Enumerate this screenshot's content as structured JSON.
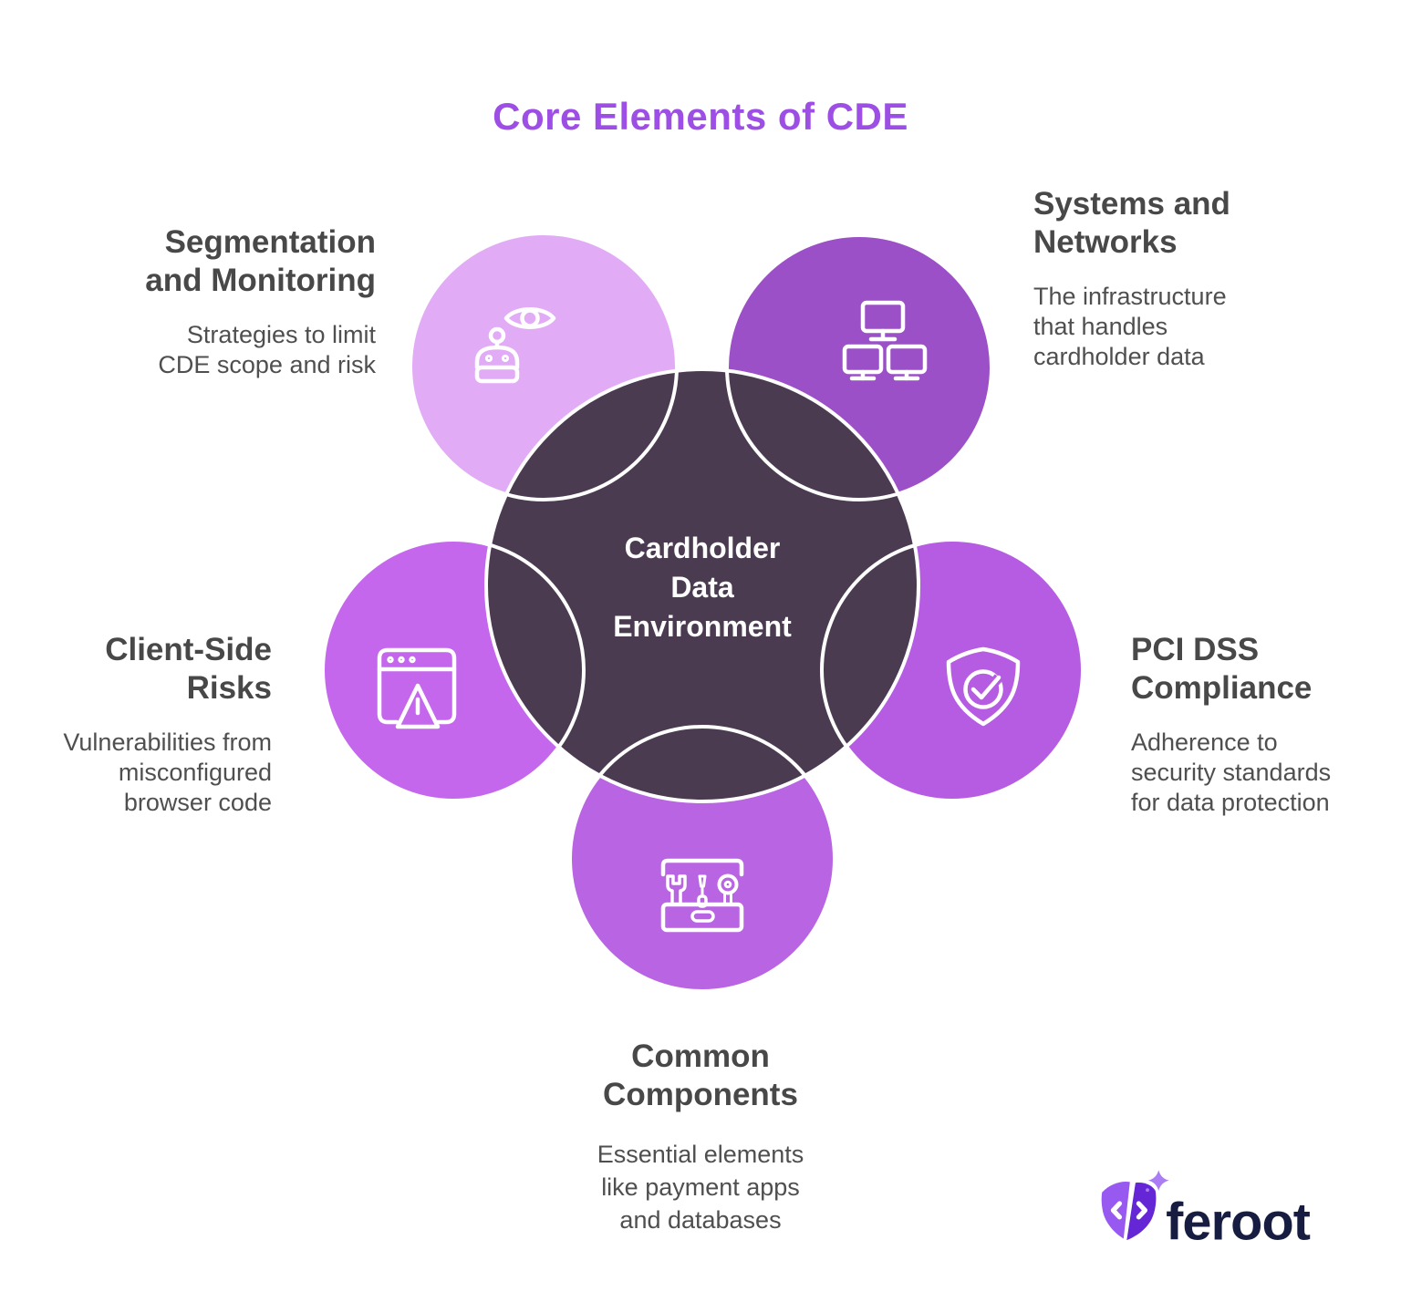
{
  "title": {
    "text": "Core Elements of CDE",
    "color": "#9d4ee4"
  },
  "center": {
    "label": "Cardholder\nData\nEnvironment",
    "circle_color": "#4b3b51",
    "text_color": "#ffffff"
  },
  "satellites": {
    "segmentation": {
      "heading": "Segmentation\nand Monitoring",
      "description": "Strategies to limit\nCDE scope and risk",
      "circle_color": "#e2abf6",
      "icon": "robot-eye-icon"
    },
    "systems": {
      "heading": "Systems and\nNetworks",
      "description": "The infrastructure\nthat handles\ncardholder data",
      "circle_color": "#9c50c7",
      "icon": "network-icon"
    },
    "client_side": {
      "heading": "Client-Side\nRisks",
      "description": "Vulnerabilities from\nmisconfigured\nbrowser code",
      "circle_color": "#c467ec",
      "icon": "browser-warning-icon"
    },
    "pci": {
      "heading": "PCI DSS\nCompliance",
      "description": "Adherence to\nsecurity standards\nfor data protection",
      "circle_color": "#b55ce2",
      "icon": "shield-check-icon"
    },
    "common": {
      "heading": "Common\nComponents",
      "description": "Essential elements\nlike payment apps\nand databases",
      "circle_color": "#b864e3",
      "icon": "toolbox-icon"
    }
  },
  "text_colors": {
    "heading": "#484848",
    "body": "#4f4f4f"
  },
  "stroke_color": "#ffffff",
  "branding": {
    "logo_text": "feroot",
    "wordmark_color": "#171c41",
    "mask_left_color": "#9859f1",
    "mask_right_color": "#6526d6",
    "sparkle_color": "#ab7df5"
  }
}
